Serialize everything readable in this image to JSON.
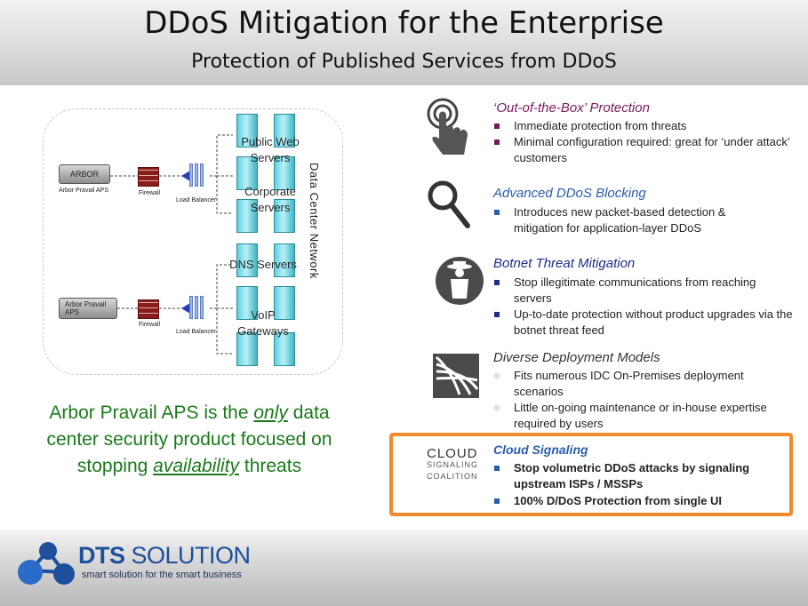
{
  "header": {
    "title": "DDoS Mitigation for the Enterprise",
    "subtitle": "Protection of Published Services from DDoS"
  },
  "diagram": {
    "aps_top_brand": "ARBOR",
    "aps_top_label": "Arbor Pravail APS",
    "aps_bottom_label": "Arbor Pravail APS",
    "firewall_label": "Firewall",
    "load_balancer_label": "Load Balancer",
    "server_groups": [
      "Public Web Servers",
      "Corporate Servers",
      "DNS Servers",
      "VoIP Gateways"
    ],
    "network_label": "Data Center Network"
  },
  "tagline": {
    "part1": "Arbor Pravail APS is the ",
    "emph1": "only",
    "part2": " data center security product focused on stopping ",
    "emph2": "availability",
    "part3": " threats"
  },
  "features": [
    {
      "icon": "touch-hand-icon",
      "title": "‘Out-of-the-Box’ Protection",
      "title_color": "#7a1a5c",
      "bullet_color": "#7a1a5c",
      "bullets": [
        "Immediate protection from threats",
        "Minimal configuration required: great for ‘under attack’ customers"
      ]
    },
    {
      "icon": "magnifier-icon",
      "title": "Advanced DDoS Blocking",
      "title_color": "#2a5db0",
      "bullet_color": "#2a5db0",
      "bullets": [
        "Introduces new packet-based detection & mitigation for application-layer DDoS"
      ]
    },
    {
      "icon": "spy-icon",
      "title": "Botnet Threat Mitigation",
      "title_color": "#1c2c8c",
      "bullet_color": "#1c2c8c",
      "bullets": [
        "Stop illegitimate communications from reaching servers",
        "Up-to-date protection without product upgrades via the botnet threat feed"
      ]
    },
    {
      "icon": "deployment-icon",
      "title": "Diverse Deployment Models",
      "title_color": "#333333",
      "bullet_color": "#e0e0e0",
      "bullets": [
        "Fits numerous IDC On-Premises deployment scenarios",
        "Little on-going maintenance or in-house expertise required by users"
      ]
    },
    {
      "icon": "cloud-signaling-logo",
      "title": "Cloud Signaling",
      "title_color": "#2a5db0",
      "bullet_color": "#2a5db0",
      "bullets": [
        "Stop volumetric DDoS attacks by signaling upstream ISPs / MSSPs",
        "100% D/DoS Protection from single UI"
      ]
    }
  ],
  "cloud_logo": {
    "line1": "CLOUD",
    "line2": "SIGNALING",
    "line3": "COALITION"
  },
  "footer": {
    "brand_bold": "DTS",
    "brand_light": " SOLUTION",
    "tagline": "smart solution for the smart business"
  }
}
